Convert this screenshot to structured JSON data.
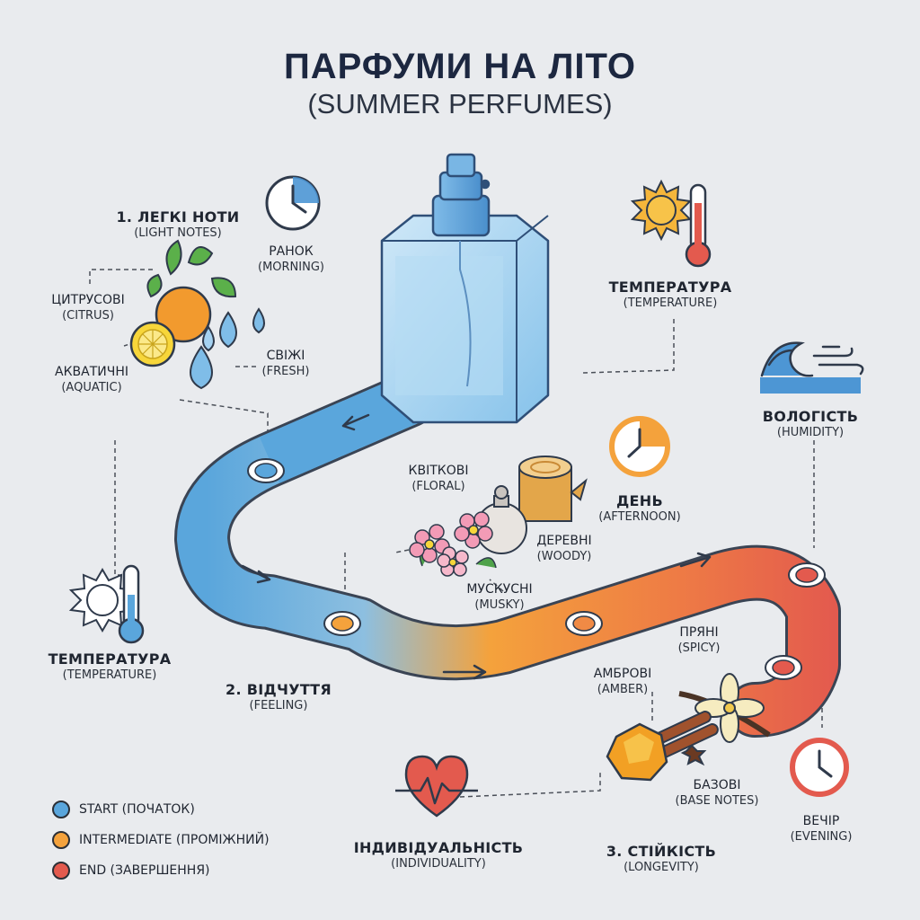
{
  "title": "ПАРФУМИ НА ЛІТО",
  "subtitle": "(SUMMER PERFUMES)",
  "stages": {
    "light_notes": {
      "title": "1. ЛЕГКІ НОТИ",
      "subtitle": "(LIGHT NOTES)"
    },
    "feeling": {
      "title": "2. ВІДЧУТТЯ",
      "subtitle": "(FEELING)"
    },
    "longevity": {
      "title": "3. СТІЙКІСТЬ",
      "subtitle": "(LONGEVITY)"
    }
  },
  "notes": {
    "citrus": {
      "uk": "ЦИТРУСОВІ",
      "en": "(CITRUS)"
    },
    "aquatic": {
      "uk": "АКВАТИЧНІ",
      "en": "(AQUATIC)"
    },
    "fresh": {
      "uk": "СВІЖІ",
      "en": "(FRESH)"
    },
    "floral": {
      "uk": "КВІТКОВІ",
      "en": "(FLORAL)"
    },
    "woody": {
      "uk": "ДЕРЕВНІ",
      "en": "(WOODY)"
    },
    "musky": {
      "uk": "МУСКУСНІ",
      "en": "(MUSKY)"
    },
    "spicy": {
      "uk": "ПРЯНІ",
      "en": "(SPICY)"
    },
    "amber": {
      "uk": "АМБРОВІ",
      "en": "(AMBER)"
    },
    "base": {
      "uk": "БАЗОВІ",
      "en": "(BASE NOTES)"
    }
  },
  "times": {
    "morning": {
      "uk": "РАНОК",
      "en": "(MORNING)"
    },
    "afternoon": {
      "uk": "ДЕНЬ",
      "en": "(AFTERNOON)"
    },
    "evening": {
      "uk": "ВЕЧІР",
      "en": "(EVENING)"
    }
  },
  "factors": {
    "temperature_right": {
      "uk": "ТЕМПЕРАТУРА",
      "en": "(TEMPERATURE)"
    },
    "temperature_left": {
      "uk": "ТЕМПЕРАТУРА",
      "en": "(TEMPERATURE)"
    },
    "humidity": {
      "uk": "ВОЛОГІСТЬ",
      "en": "(HUMIDITY)"
    },
    "individuality": {
      "uk": "ІНДИВІДУАЛЬНІСТЬ",
      "en": "(INDIVIDUALITY)"
    }
  },
  "legend": [
    {
      "label": "START (ПОЧАТОК)",
      "color": "#5aa6dc"
    },
    {
      "label": "INTERMEDIATE (ПРОМІЖНИЙ)",
      "color": "#f4a23c"
    },
    {
      "label": "END (ЗАВЕРШЕННЯ)",
      "color": "#e35a4e"
    }
  ],
  "colors": {
    "start": "#5aa6dc",
    "middle": "#f4a23c",
    "end": "#e35a4e",
    "bottle": "#9fd0ef"
  }
}
